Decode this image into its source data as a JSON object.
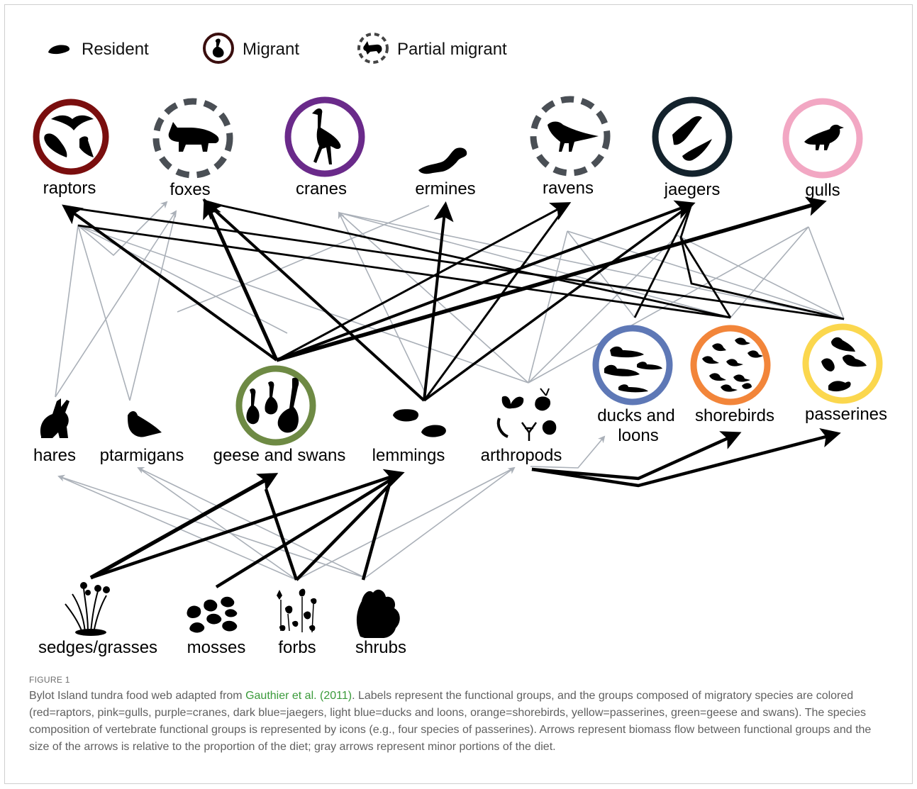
{
  "legend": {
    "resident": "Resident",
    "migrant": "Migrant",
    "partial": "Partial migrant"
  },
  "colors": {
    "raptors": "#7a0e0e",
    "gulls": "#f2a7c3",
    "cranes": "#6a2a8a",
    "jaegers": "#13222c",
    "ducks": "#5e78b6",
    "shorebirds": "#f2853a",
    "passerines": "#fbd74e",
    "geese": "#6e8a44",
    "partial": "#4a4a4a",
    "major_arrow": "#000000",
    "minor_arrow": "#aab0b8"
  },
  "nodes": {
    "raptors": "raptors",
    "foxes": "foxes",
    "cranes": "cranes",
    "ermines": "ermines",
    "ravens": "ravens",
    "jaegers": "jaegers",
    "gulls": "gulls",
    "hares": "hares",
    "ptarmigans": "ptarmigans",
    "geese": "geese and swans",
    "lemmings": "lemmings",
    "arthropods": "arthropods",
    "ducks_line1": "ducks and",
    "ducks_line2": "loons",
    "shorebirds": "shorebirds",
    "passerines": "passerines",
    "sedges": "sedges/grasses",
    "mosses": "mosses",
    "forbs": "forbs",
    "shrubs": "shrubs"
  },
  "caption": {
    "label": "FIGURE 1",
    "text_before_link": "Bylot Island tundra food web adapted from ",
    "link": "Gauthier et al. (2011)",
    "text_after_link": ". Labels represent the functional groups, and the groups composed of migratory species are colored (red=raptors, pink=gulls, purple=cranes, dark blue=jaegers, light blue=ducks and loons, orange=shorebirds, yellow=passerines, green=geese and swans). The species composition of vertebrate functional groups is represented by icons (e.g., four species of passerines). Arrows represent biomass flow between functional groups and the size of the arrows is relative to the proportion of the diet; gray arrows represent minor portions of the diet."
  }
}
